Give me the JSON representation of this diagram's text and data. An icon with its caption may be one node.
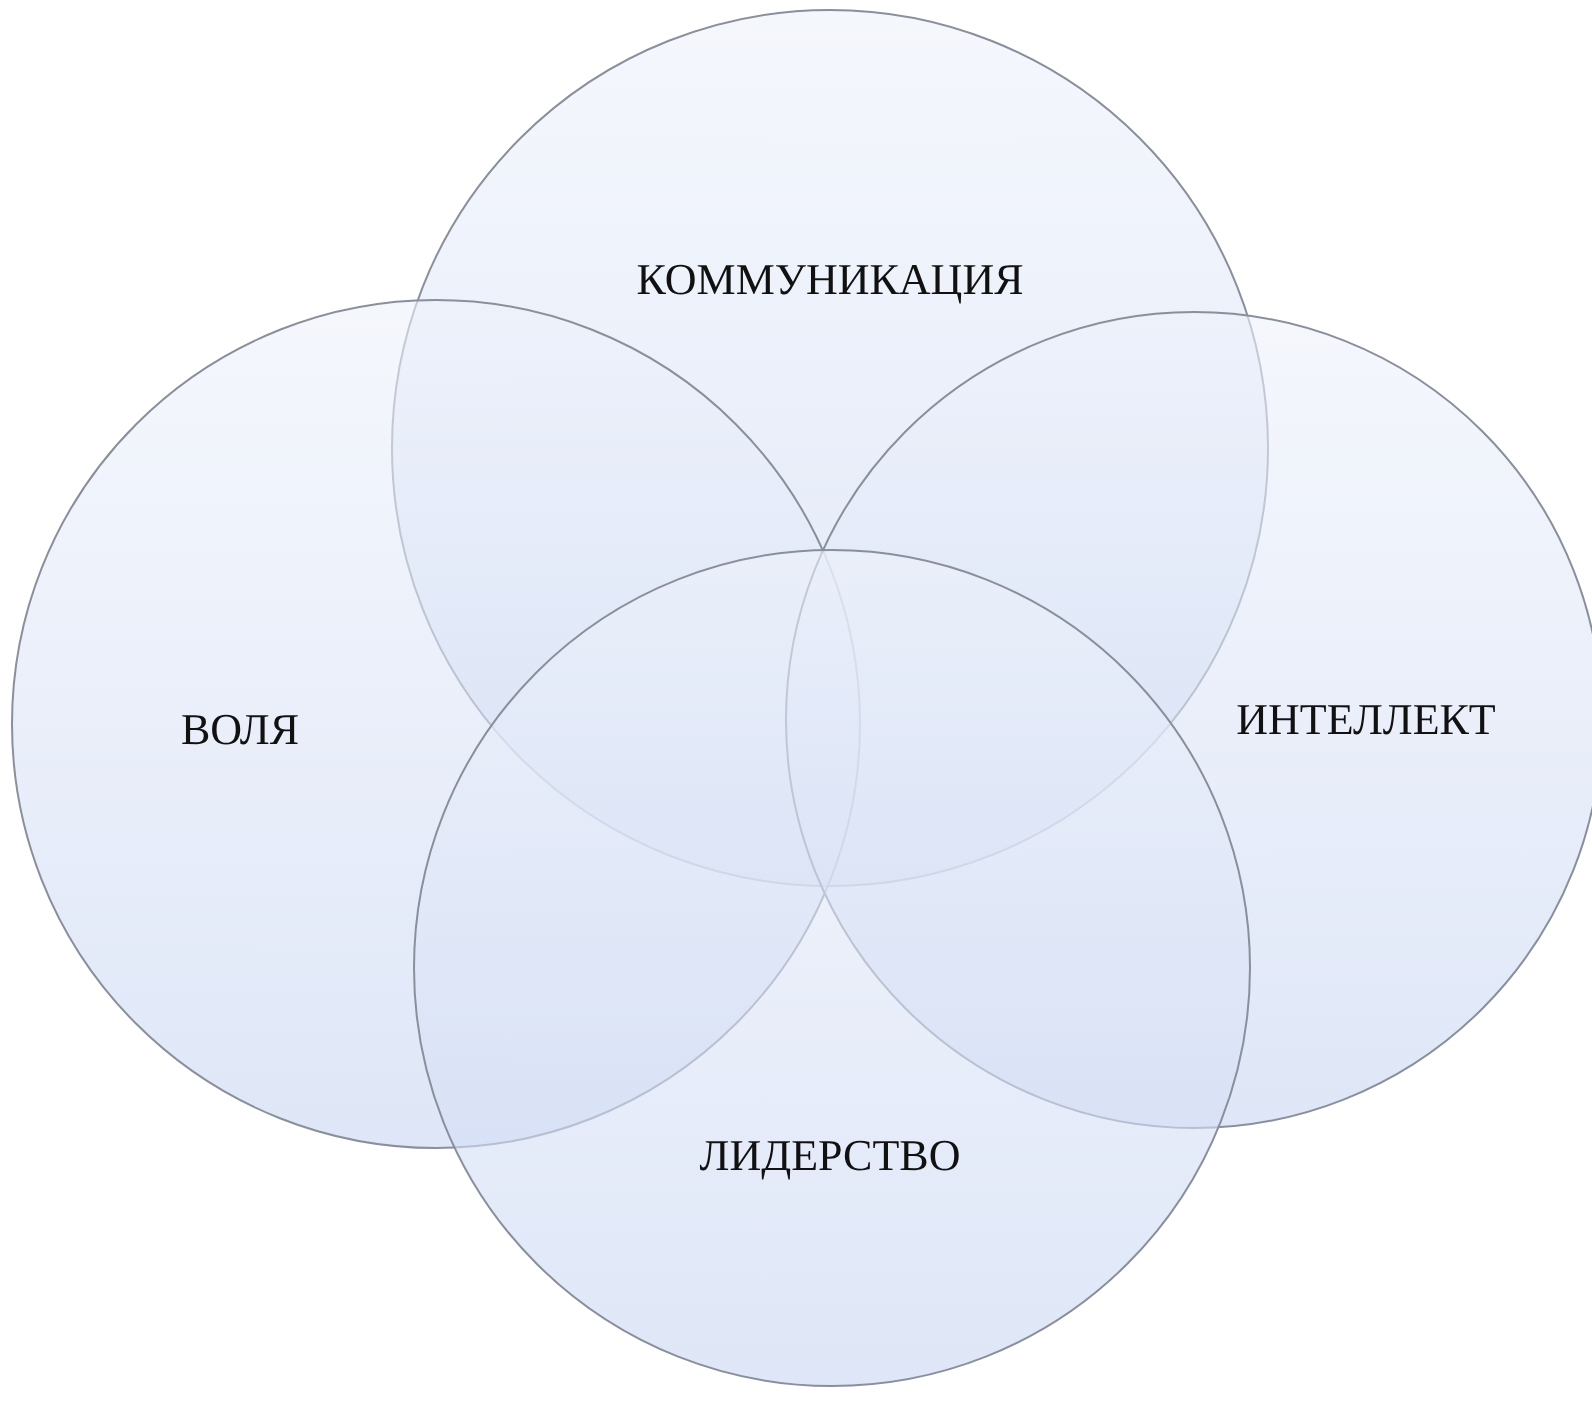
{
  "diagram": {
    "nodes": [
      {
        "text": [
          "КОММУНИКАЦИЯ"
        ]
      },
      {
        "text": [
          "ВОЛЯ"
        ]
      },
      {
        "text": [
          "ИНТЕЛЛЕКТ"
        ]
      },
      {
        "text": [
          "ЛИДЕРСТВО"
        ]
      }
    ]
  }
}
